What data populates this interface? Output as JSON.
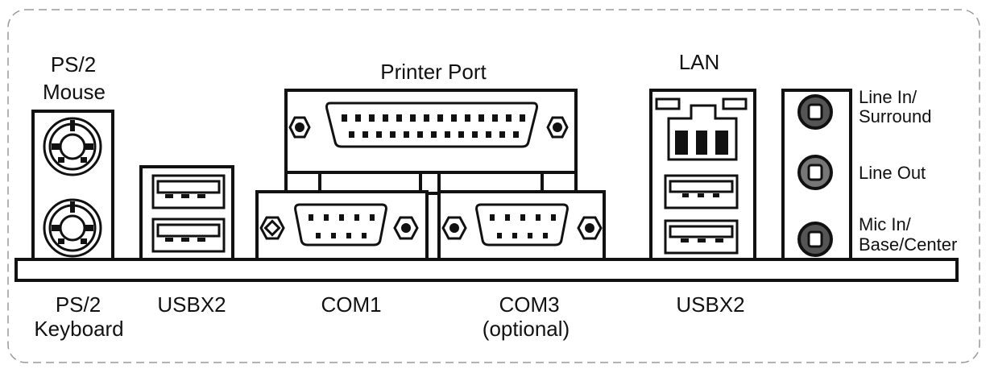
{
  "top_labels": {
    "ps2_mouse_line1": "PS/2",
    "ps2_mouse_line2": "Mouse",
    "printer_port": "Printer Port",
    "lan": "LAN"
  },
  "audio_labels": {
    "line_in_line1": "Line In/",
    "line_in_line2": "Surround",
    "line_out": "Line Out",
    "mic_in_line1": "Mic In/",
    "mic_in_line2": "Base/Center"
  },
  "bottom_labels": {
    "ps2_keyboard_line1": "PS/2",
    "ps2_keyboard_line2": "Keyboard",
    "usb_left": "USBX2",
    "com1": "COM1",
    "com3_line1": "COM3",
    "com3_line2": "(optional)",
    "usb_right": "USBX2"
  }
}
